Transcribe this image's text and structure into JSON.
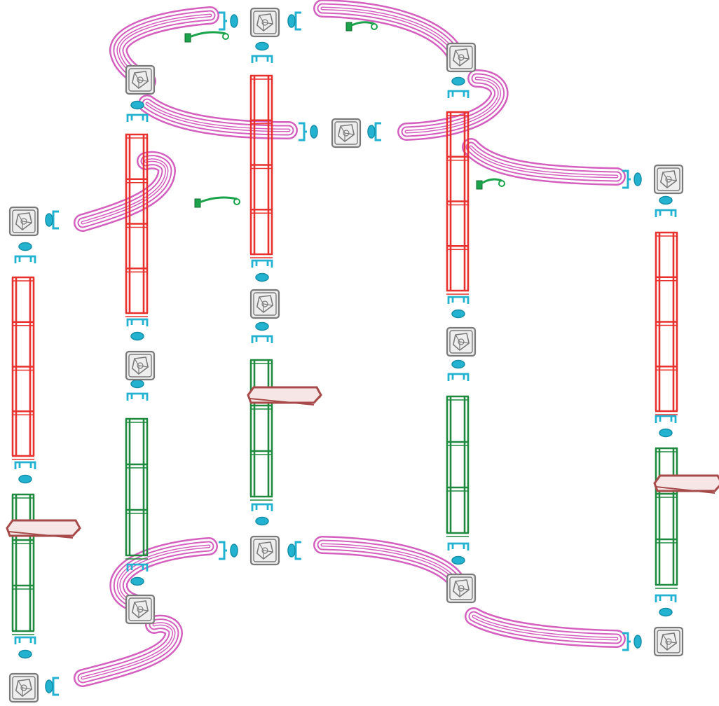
{
  "colors": {
    "rail": "#d45fbf",
    "rail_light": "#f3c8ea",
    "post_red": "#e8302d",
    "post_green": "#1f8a3f",
    "connector": "#23b3d0",
    "connector_dark": "#158ea8",
    "clip": "#1aa34a",
    "cube": "#7a7a7a",
    "cube_fill": "#eeeeee",
    "platform_fill": "#f6e6e6",
    "platform_stroke": "#a64a4a"
  },
  "parts": {
    "cube": "cube-connector",
    "post_red": "red-tower-post",
    "post_green": "green-tower-post",
    "rail": "curved-track-rail",
    "platform": "platform-plate",
    "connector": "track-connector",
    "clip": "rail-clip"
  }
}
